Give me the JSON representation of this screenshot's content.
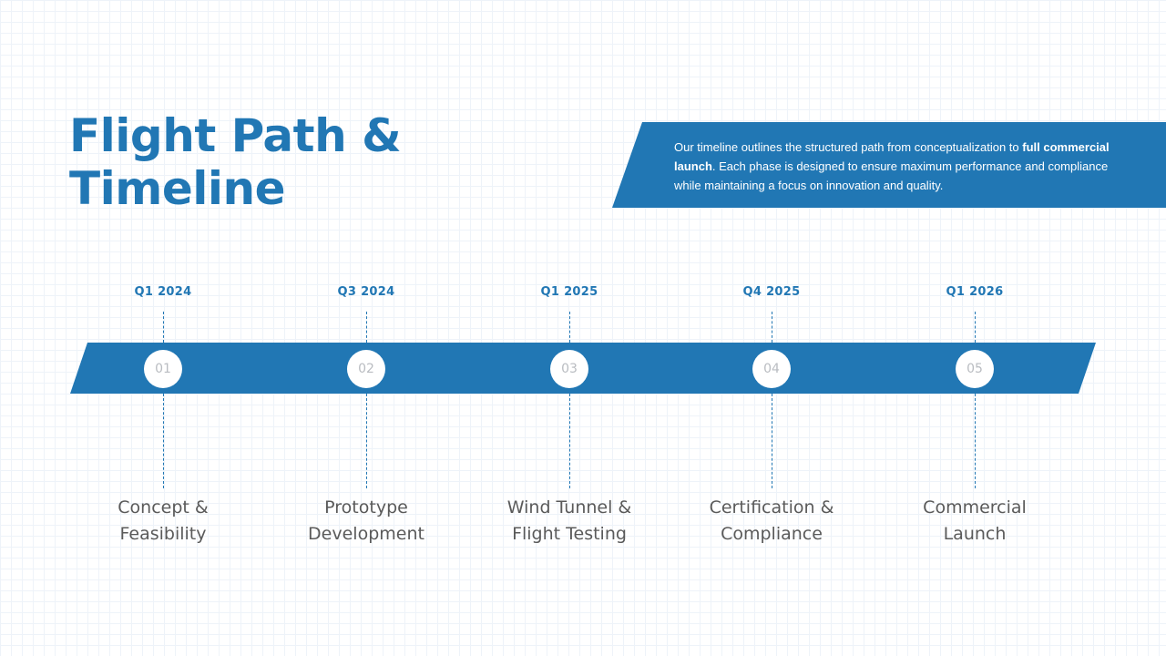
{
  "slide": {
    "title_line1": "Flight Path &",
    "title_line2": "Timeline",
    "intro": {
      "part1": "Our timeline outlines the structured path from conceptualization to ",
      "bold": "full commercial launch",
      "part2": ". Each phase is designed to ensure maximum performance and compliance while maintaining a focus on innovation and quality."
    }
  },
  "timeline": {
    "milestones": [
      {
        "date": "Q1 2024",
        "number": "01",
        "label_line1": "Concept &",
        "label_line2": "Feasibility"
      },
      {
        "date": "Q3 2024",
        "number": "02",
        "label_line1": "Prototype",
        "label_line2": "Development"
      },
      {
        "date": "Q1 2025",
        "number": "03",
        "label_line1": "Wind Tunnel &",
        "label_line2": "Flight Testing"
      },
      {
        "date": "Q4 2025",
        "number": "04",
        "label_line1": "Certification &",
        "label_line2": "Compliance"
      },
      {
        "date": "Q1 2026",
        "number": "05",
        "label_line1": "Commercial",
        "label_line2": "Launch"
      }
    ]
  },
  "colors": {
    "accent": "#2177b4",
    "label_text": "#5a5a5a",
    "number_text": "#b9bcc1",
    "grid_line": "#eef3f9"
  }
}
